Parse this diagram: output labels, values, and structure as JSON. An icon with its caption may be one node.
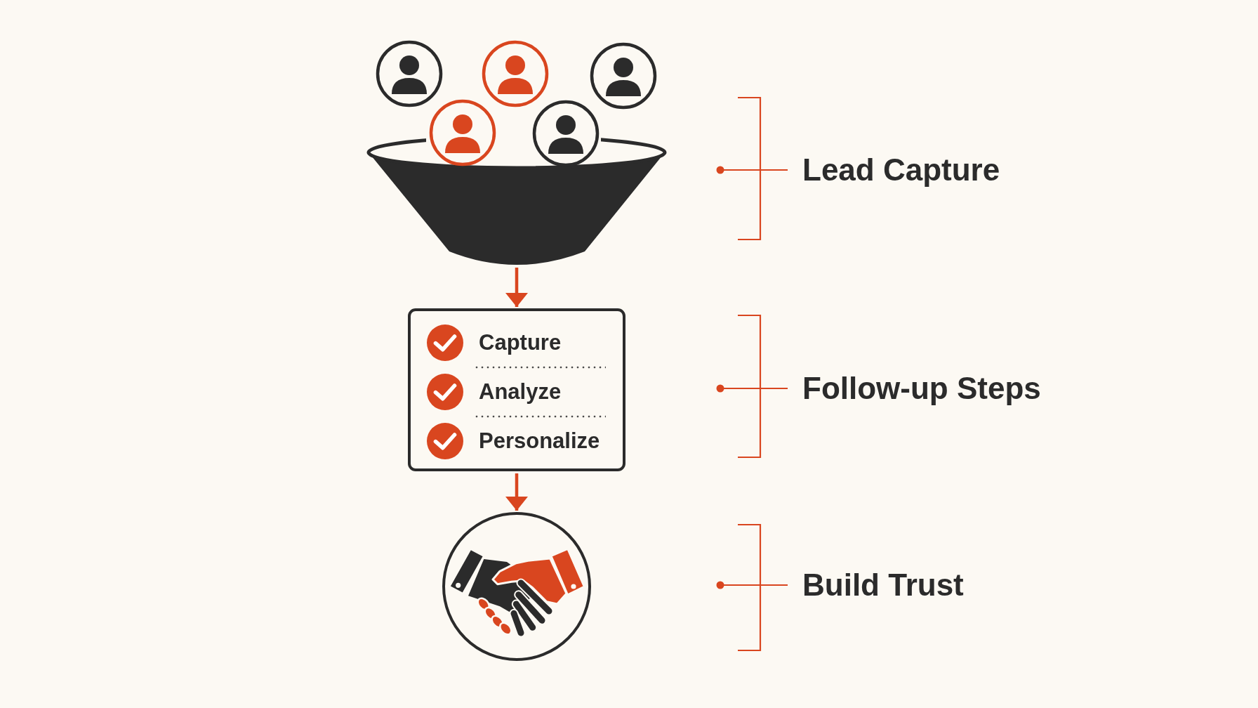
{
  "diagram": {
    "nodes": [
      {
        "text": [],
        "shape": "picture"
      },
      {
        "text": [
          "Capture",
          "Analyze",
          "Personalize"
        ]
      },
      {
        "text": [],
        "shape": "picture"
      }
    ],
    "edges": [
      {
        "from": 0,
        "to": 1,
        "arrow": "to"
      },
      {
        "from": 1,
        "to": 2,
        "arrow": "to"
      }
    ],
    "labels": [
      "Lead Capture",
      "Follow-up Steps",
      "Build Trust"
    ]
  }
}
